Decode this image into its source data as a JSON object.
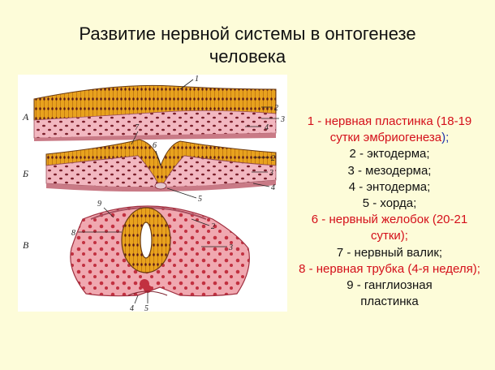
{
  "title": {
    "line1": "Развитие нервной системы в онтогенезе",
    "line2": "человека"
  },
  "figure": {
    "section_letters": [
      "А",
      "Б",
      "В"
    ],
    "numbers": {
      "a1": "1",
      "a2": "2",
      "a3": "3",
      "a4": "4",
      "b7": "7",
      "b6": "6",
      "b2": "2",
      "b3": "3",
      "b4": "4",
      "b5": "5",
      "c9": "9",
      "c8": "8",
      "c2": "2",
      "c3": "3",
      "c4": "4",
      "c5": "5"
    }
  },
  "legend": {
    "item1_prefix": "1 - ",
    "item1_text": "нервная пластинка (18-19 сутки эмбриогенеза",
    "item1_suffix": ");",
    "item2": "2 - эктодерма;",
    "item3": "3 - мезодерма;",
    "item4": "4 - энтодерма;",
    "item5": "5 - хорда;",
    "item6": "6 - нервный желобок (20-21 сутки);",
    "item7": "7 - нервный валик;",
    "item8": "8 - нервная трубка (4-я неделя);",
    "item9_a": "9 - ганглиозная",
    "item9_b": "пластинка"
  },
  "colors": {
    "background": "#fdfcd9",
    "highlight_red": "#d40f1a",
    "highlight_blue": "#1b2fa8",
    "neural_tissue": "#e8a21e",
    "mesoderm_pink": "#f2b7c0",
    "cell_dark": "#7a1e2a"
  }
}
